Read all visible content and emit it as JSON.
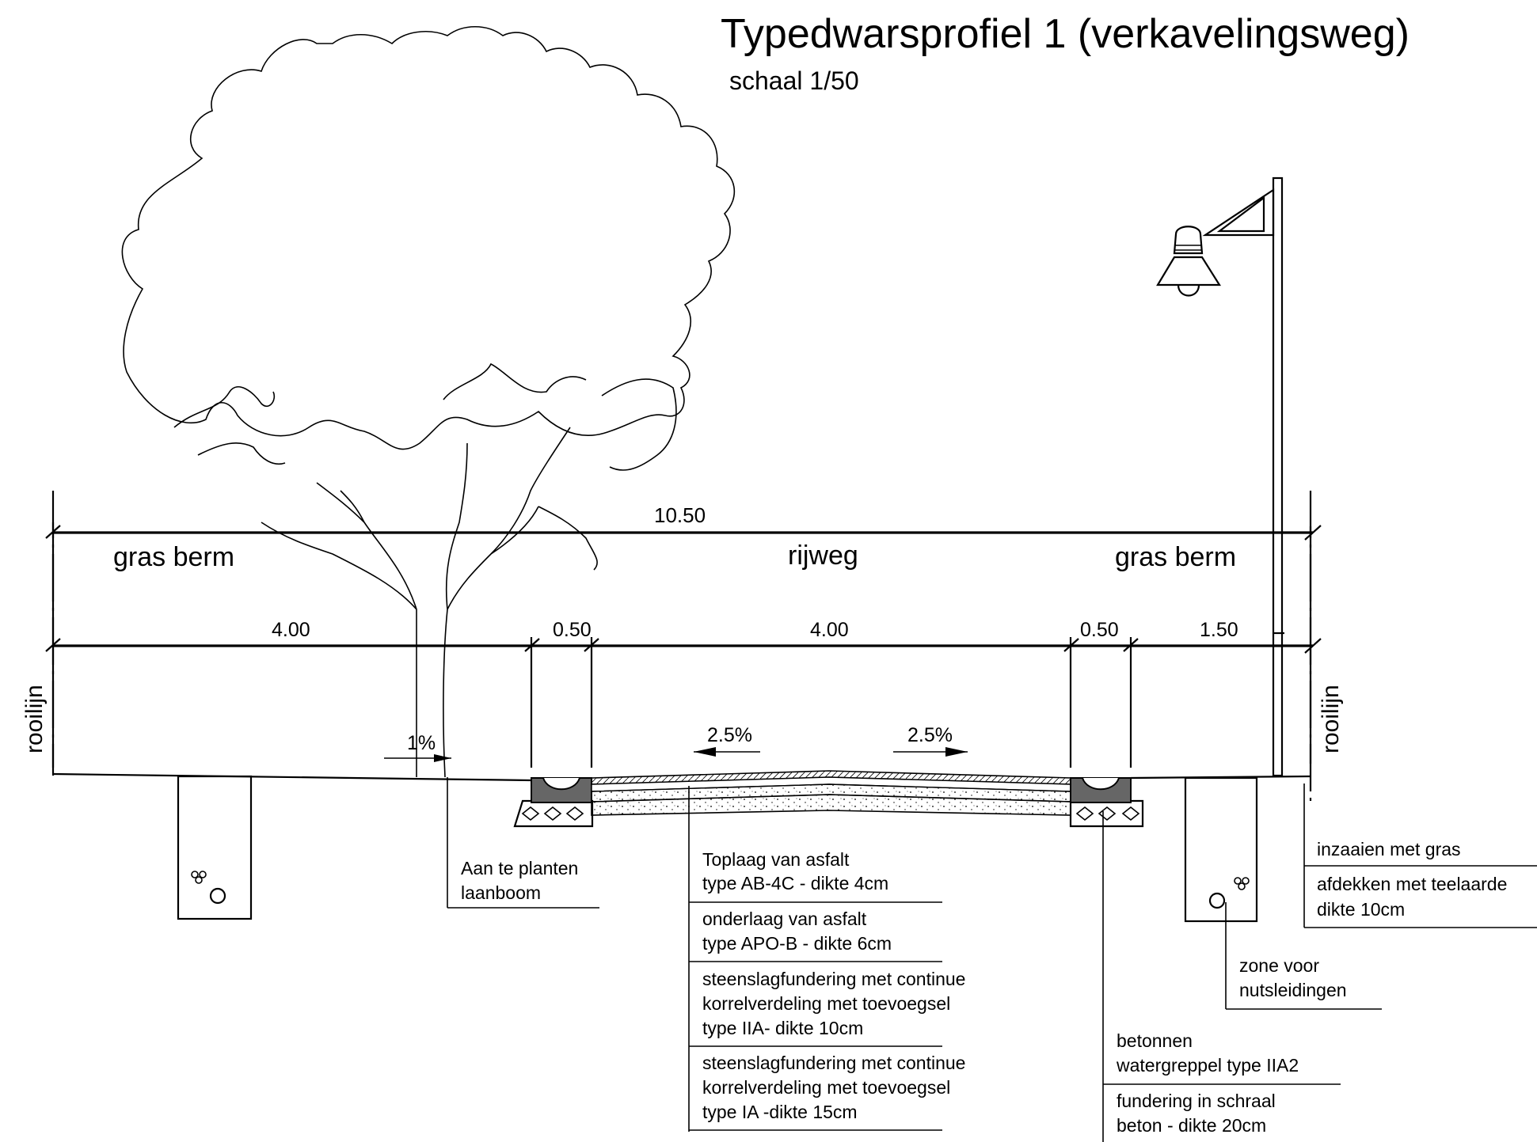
{
  "title": "Typedwarsprofiel  1 (verkavelingsweg)",
  "scale": "schaal 1/50",
  "dimensions": {
    "total": "10.50",
    "segments": [
      "4.00",
      "0.50",
      "4.00",
      "0.50",
      "1.50"
    ]
  },
  "zones": {
    "left_verge": "gras berm",
    "roadway": "rijweg",
    "right_verge": "gras berm"
  },
  "boundary_label": "rooilijn",
  "slopes": {
    "verge": "1%",
    "road_left": "2.5%",
    "road_right": "2.5%"
  },
  "annotations": {
    "tree": [
      "Aan te planten",
      "laanboom"
    ],
    "toplayer": [
      "Toplaag van asfalt",
      "type AB-4C - dikte 4cm"
    ],
    "underlayer": [
      "onderlaag van asfalt",
      "type APO-B - dikte 6cm"
    ],
    "base_10": [
      "steenslagfundering  met continue",
      "korrelverdeling met toevoegsel",
      "type IIA- dikte 10cm"
    ],
    "base_15": [
      "steenslagfundering  met continue",
      "korrelverdeling met toevoegsel",
      "type IA -dikte 15cm"
    ],
    "gutter": [
      "betonnen",
      "watergreppel type IIA2"
    ],
    "gutter_foundation": [
      "fundering in schraal",
      "beton - dikte 20cm"
    ],
    "grass_seed": [
      "inzaaien met gras"
    ],
    "topsoil": [
      "afdekken met teelaarde",
      "dikte 10cm"
    ],
    "utilities": [
      "zone voor",
      "nutsleidingen"
    ]
  }
}
